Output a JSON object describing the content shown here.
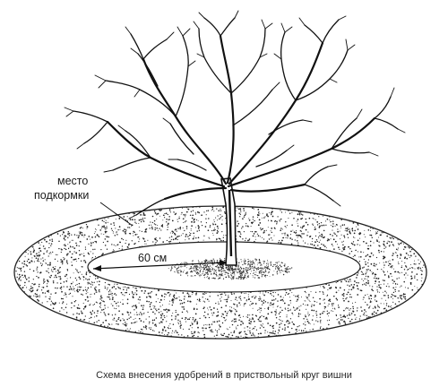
{
  "labels": {
    "fertilizer_place_line1": "место",
    "fertilizer_place_line2": "подкормки",
    "radius": "60 см"
  },
  "caption": "Схема внесения удобрений в приствольный круг вишни"
}
